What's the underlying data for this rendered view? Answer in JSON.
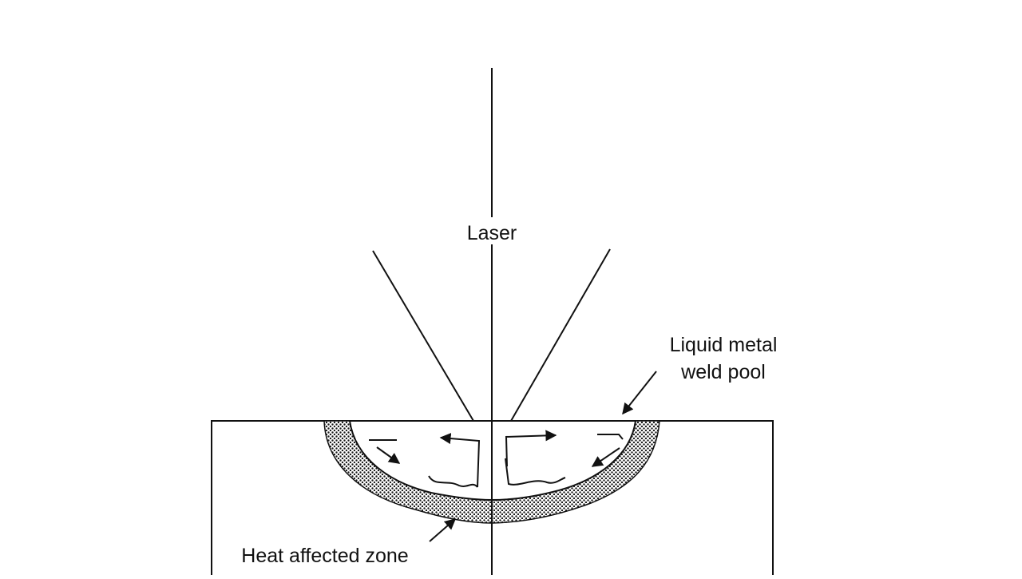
{
  "labels": {
    "laser": "Laser",
    "weld_pool_line1": "Liquid metal",
    "weld_pool_line2": "weld pool",
    "heat_affected_zone": "Heat affected zone"
  },
  "colors": {
    "ink": "#111111",
    "background": "#ffffff",
    "haz_dots": "#1a1a1a"
  }
}
